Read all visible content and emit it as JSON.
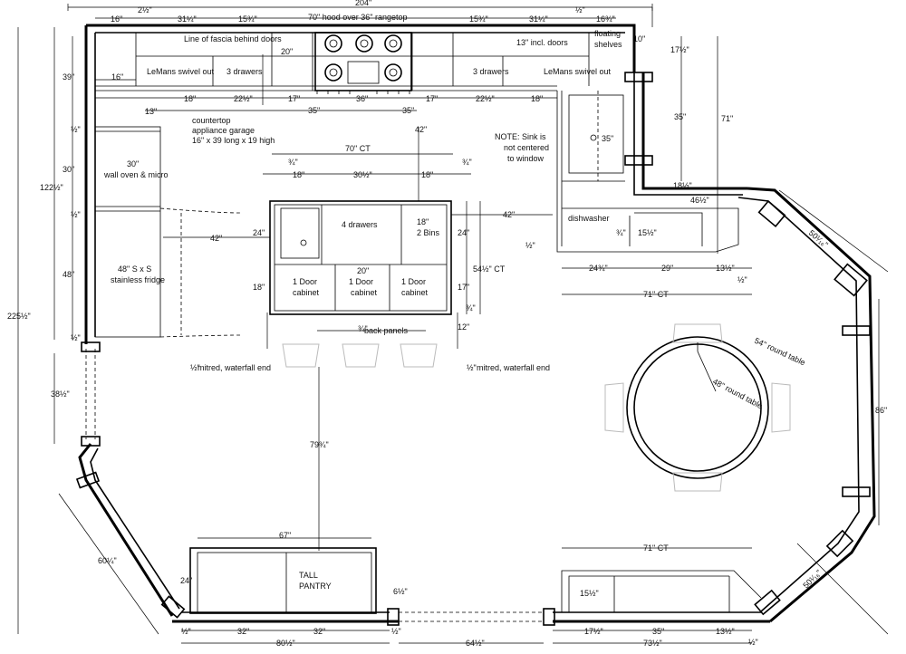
{
  "labels": {
    "hood": "70\" hood over 36\" rangetop",
    "fascia": "Line of fascia behind doors",
    "lemans_left": "LeMans swivel out",
    "drawers3_left": "3 drawers",
    "drawers3_right": "3 drawers",
    "lemans_right": "LeMans swivel out",
    "doors13": "13\" incl. doors",
    "floating1": "floating",
    "floating2": "shelves",
    "garage1": "countertop",
    "garage2": "appliance garage",
    "garage3": "16\" x 39 long x 19 high",
    "oven1": "30\"",
    "oven2": "wall oven & micro",
    "fridge1": "48\" S x S",
    "fridge2": "stainless fridge",
    "note1": "NOTE: Sink is",
    "note2": "not centered",
    "note3": "to window",
    "dishwasher": "dishwasher",
    "drawers4": "4 drawers",
    "bins1": "18\"",
    "bins2": "2 Bins",
    "door1a": "1 Door",
    "door1b": "cabinet",
    "door2a": "1 Door",
    "door2b": "cabinet",
    "door3a": "1 Door",
    "door3b": "cabinet",
    "backpanels": "back panels",
    "mitred_left": "mitred, waterfall end",
    "mitred_right": "mitred, waterfall end",
    "table54": "54\" round table",
    "table48": "48\" round table",
    "pantry1": "TALL",
    "pantry2": "PANTRY"
  },
  "dims": {
    "d204": "204\"",
    "d2_1": "2½\"",
    "d16a": "16\"",
    "d31a": "31¼\"",
    "d15a": "15¾\"",
    "d15b": "15¾\"",
    "d31b": "31¼\"",
    "d16b": "16¾\"",
    "d1_2top": "½\"",
    "d10": "10\"",
    "d20": "20\"",
    "d16c": "16\"",
    "d39": "39\"",
    "d18a": "18\"",
    "d22a": "22½\"",
    "d17a": "17\"",
    "d36": "36\"",
    "d17b": "17\"",
    "d22b": "22½\"",
    "d18b": "18\"",
    "d35a": "35\"",
    "d35b": "35\"",
    "d13": "13\"",
    "d1_2a": "½\"",
    "d30a": "30\"",
    "d122": "122½\"",
    "d1_2b": "½\"",
    "d48": "48\"",
    "d225": "225½\"",
    "d1_2c": "½\"",
    "d42a": "42\"",
    "d70ct": "70\" CT",
    "d34a": "¾\"",
    "d18c": "18\"",
    "d30b": "30½\"",
    "d18d": "18\"",
    "d34b": "¾\"",
    "d24a": "24\"",
    "d42b": "42\"",
    "d24b": "24\"",
    "d54ct": "54½\" CT",
    "d18e": "18\"",
    "d20b": "20\"",
    "d17c": "17\"",
    "d34c": "¾\"",
    "d12": "12\"",
    "d34d": "¾\"",
    "d1_2d": "½\"",
    "d1_2e": "½\"",
    "d17_5": "17½\"",
    "d35c": "35\"",
    "d71a": "71\"",
    "d35sink": "35\"",
    "d18_5": "18½\"",
    "d46": "46½\"",
    "d50a": "50¹⁄₁₆\"",
    "d1_2f": "½\"",
    "d34e": "¾\"",
    "d15c": "15½\"",
    "d24c": "24¾\"",
    "d29": "29\"",
    "d13b": "13½\"",
    "d1_2g": "½\"",
    "d71ct_a": "71\" CT",
    "d86": "86\"",
    "d38": "38½\"",
    "d79": "79¾\"",
    "d60": "60¼\"",
    "d67": "67\"",
    "d24d": "24\"",
    "d6": "6½\"",
    "d32a": "32\"",
    "d32b": "32\"",
    "d1_2h": "½\"",
    "d80": "80½\"",
    "d1_2i": "½\"",
    "d64": "64½\"",
    "d71ct_b": "71\" CT",
    "d15d": "15½\"",
    "d17_5b": "17½\"",
    "d35d": "35\"",
    "d13c": "13½\"",
    "d73": "73½\"",
    "d50b": "50¹⁄₁₆\"",
    "d1_2j": "½\""
  }
}
